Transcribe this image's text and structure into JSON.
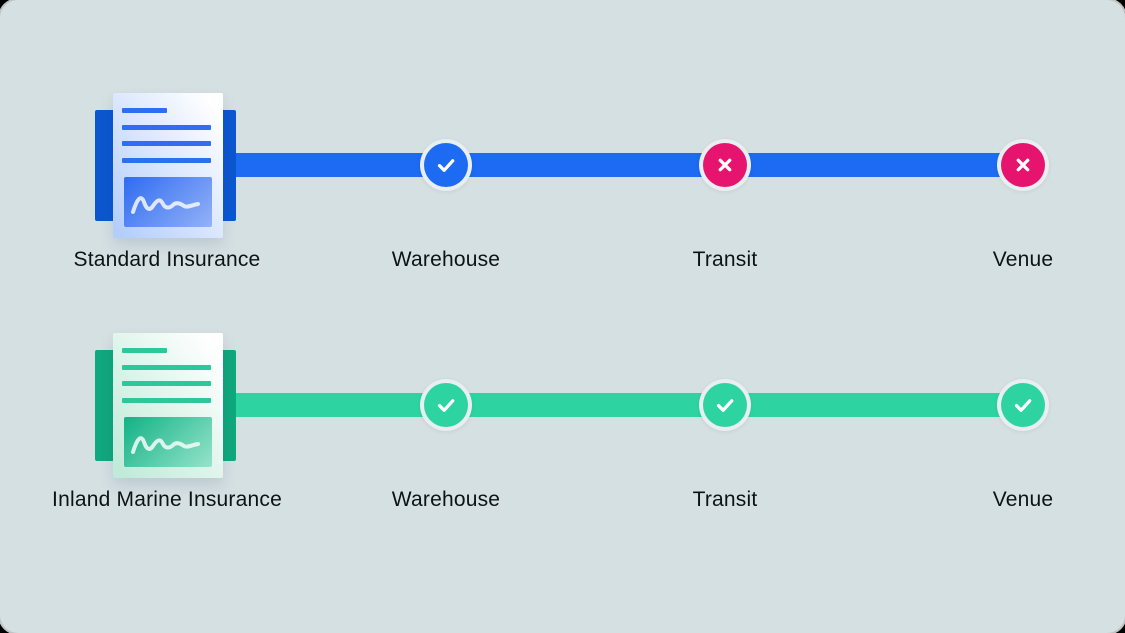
{
  "colors": {
    "canvas": "#d5e0e3",
    "label": "#0d1216",
    "ring": "#e9eef0",
    "not_covered": "#e6146e",
    "blue_accent": "#1c6bf2",
    "blue_doc_back": "#0c57d0",
    "blue_doc_line": "#2e6ff2",
    "blue_page_tint": "#b4cefb",
    "blue_sig_start": "#2f6cf0",
    "blue_sig_end": "#93b2f8",
    "green_accent": "#2dd4a1",
    "green_doc_back": "#10a87e",
    "green_doc_line": "#2cc79b",
    "green_page_tint": "#c0ead9",
    "green_sig_start": "#12b285",
    "green_sig_end": "#96e3ca"
  },
  "rows": [
    {
      "label": "Standard Insurance",
      "theme": "blue",
      "checkpoints": [
        {
          "label": "Warehouse",
          "status": "covered"
        },
        {
          "label": "Transit",
          "status": "not-covered"
        },
        {
          "label": "Venue",
          "status": "not-covered"
        }
      ]
    },
    {
      "label": "Inland Marine Insurance",
      "theme": "green",
      "checkpoints": [
        {
          "label": "Warehouse",
          "status": "covered"
        },
        {
          "label": "Transit",
          "status": "covered"
        },
        {
          "label": "Venue",
          "status": "covered"
        }
      ]
    }
  ]
}
